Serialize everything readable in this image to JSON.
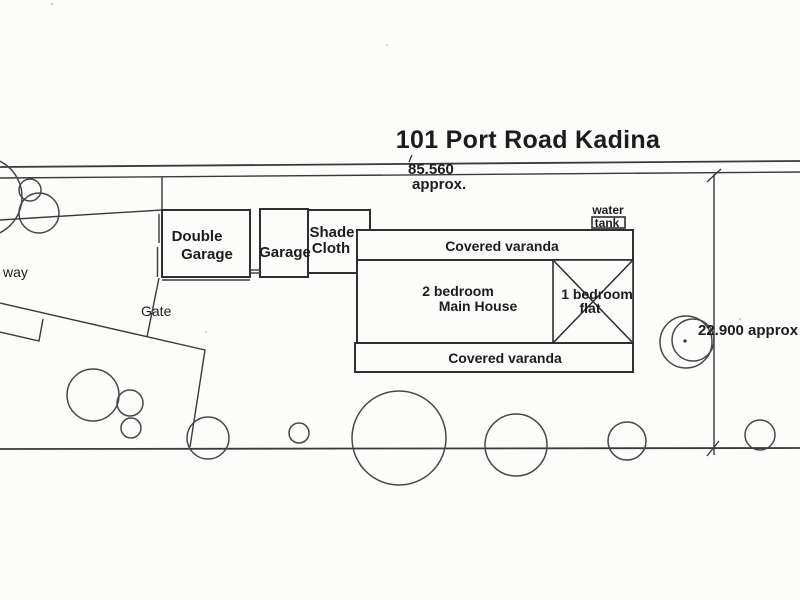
{
  "meta": {
    "paper_color": "#fcfcfb",
    "ink_color": "#3a3a3a",
    "text_color": "#1c1c1c"
  },
  "header": {
    "title": "101 Port Road Kadina"
  },
  "dimensions": {
    "frontage_value": "85.560",
    "frontage_qualifier": "approx.",
    "depth_value": "22.900 approx"
  },
  "site_labels": {
    "way": "way",
    "gate": "Gate",
    "water_tank_line1": "water",
    "water_tank_line2": "tank"
  },
  "buildings": {
    "double_garage": {
      "line1": "Double",
      "line2": "Garage"
    },
    "garage": {
      "label": "Garage"
    },
    "shade_cloth": {
      "line1": "Shade",
      "line2": "Cloth"
    },
    "veranda_top": {
      "label": "Covered varanda"
    },
    "main_house": {
      "line1": "2 bedroom",
      "line2": "Main House"
    },
    "flat": {
      "line1": "1 bedroom",
      "line2": "flat"
    },
    "veranda_bottom": {
      "label": "Covered varanda"
    }
  }
}
